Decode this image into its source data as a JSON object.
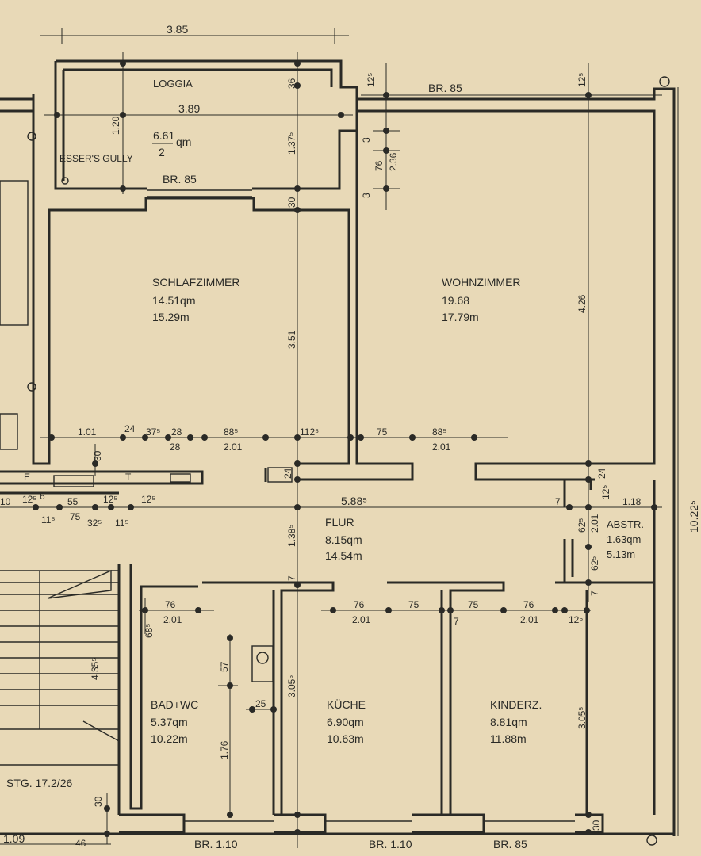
{
  "rooms": {
    "loggia": {
      "name": "LOGGIA",
      "width": "3.89",
      "area_num": "6.61",
      "area_den": "2",
      "area_unit": "qm",
      "window": "BR. 85"
    },
    "esser_gully": "ESSER'S GULLY",
    "schlafzimmer": {
      "name": "SCHLAFZIMMER",
      "area": "14.51qm",
      "perimeter": "15.29m"
    },
    "wohnzimmer": {
      "name": "WOHNZIMMER",
      "area": "19.68",
      "perimeter": "17.79m"
    },
    "flur": {
      "name": "FLUR",
      "area": "8.15qm",
      "perimeter": "14.54m"
    },
    "abstr": {
      "name": "ABSTR.",
      "area": "1.63qm",
      "perimeter": "5.13m"
    },
    "bad": {
      "name": "BAD+WC",
      "area": "5.37qm",
      "perimeter": "10.22m"
    },
    "kueche": {
      "name": "KÜCHE",
      "area": "6.90qm",
      "perimeter": "10.63m"
    },
    "kinderz": {
      "name": "KINDERZ.",
      "area": "8.81qm",
      "perimeter": "11.88m"
    },
    "stairs": "STG. 17.2/26"
  },
  "dimensions": {
    "top_width": "3.85",
    "top_window": "BR. 85",
    "d_36": "36",
    "d_125a": "12⁵",
    "d_125b": "12⁵",
    "d_120": "1.20",
    "d_1375": "1.37⁵",
    "d_3a": "3",
    "d_76": "76",
    "d_236": "2.36",
    "d_3b": "3",
    "d_30a": "30",
    "d_351": "3.51",
    "d_426": "4.26",
    "row1": [
      "1.01",
      "24",
      "37⁵",
      "28",
      "88⁵",
      "112⁵",
      "75",
      "88⁵"
    ],
    "row1_sub": [
      "28",
      "2.01",
      "2.01"
    ],
    "d_30b": "30",
    "d_24": "24",
    "d_24b": "24",
    "d_125c": "12⁵",
    "d_118": "1.18",
    "d_7a": "7",
    "d_588": "5.88⁵",
    "d_1385": "1.38⁵",
    "d_625a": "62⁵",
    "d_625b": "62⁵",
    "d_201a": "2.01",
    "left_row": [
      "10",
      "12⁵",
      "6",
      "55",
      "12⁵",
      "12⁵",
      "11⁵",
      "75",
      "32⁵",
      "11⁵"
    ],
    "row2": [
      "76",
      "2.01",
      "76",
      "2.01",
      "75",
      "75",
      "76",
      "2.01",
      "12⁵"
    ],
    "d_7b": "7",
    "d_7c": "7",
    "d_7d": "7",
    "d_685": "68⁵",
    "d_57": "57",
    "d_25": "25",
    "d_176": "1.76",
    "d_305a": "3.05⁵",
    "d_305b": "3.05⁵",
    "d_435": "4.35⁵",
    "d_30c": "30",
    "d_30d": "30",
    "d_109": "1.09",
    "d_46": "46",
    "bottom_windows": [
      "BR. 1.10",
      "BR. 1.10",
      "BR. 85"
    ],
    "total_height": "10.22⁵",
    "left_letters": [
      "E",
      "T"
    ]
  }
}
